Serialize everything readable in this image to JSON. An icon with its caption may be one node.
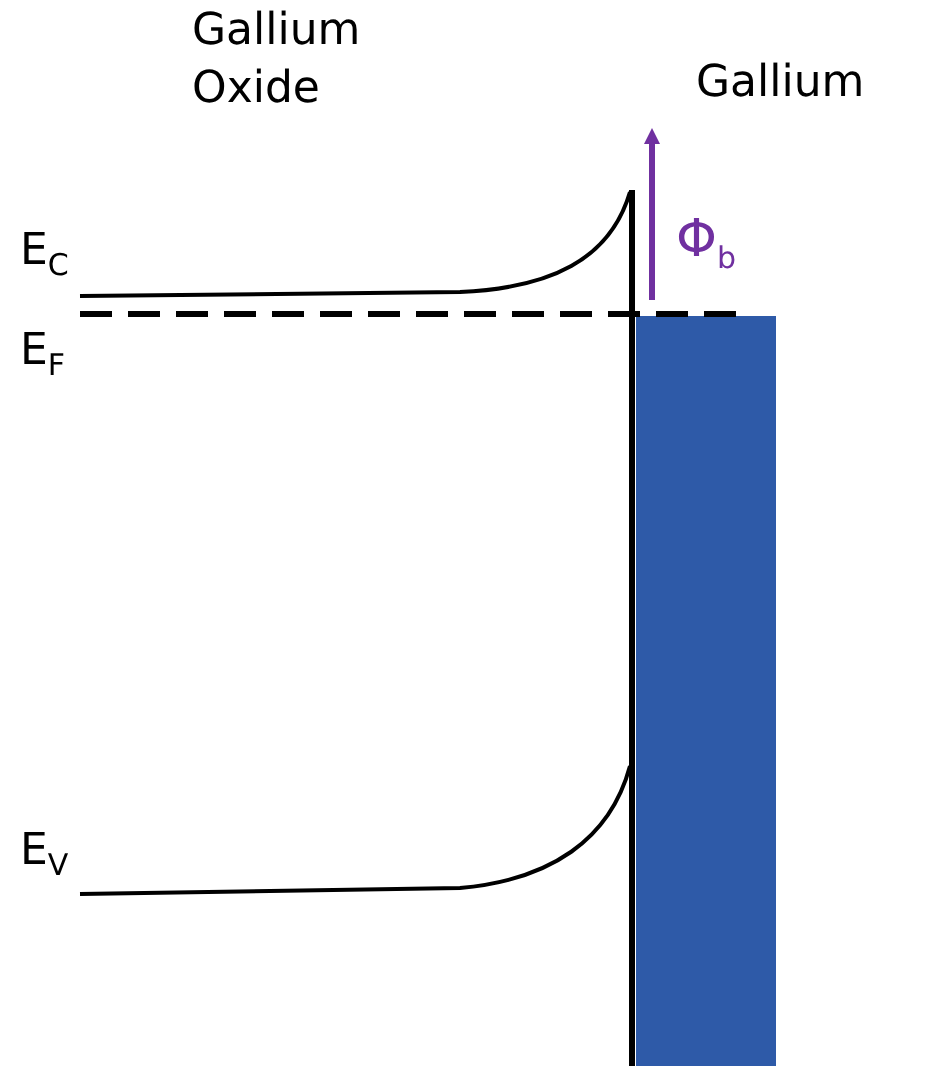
{
  "diagram": {
    "labels": [
      "Gallium Oxide",
      "Gallium",
      "E$_{C}$",
      "Φ$_{b}$",
      "E$_{F}$",
      "E$_{V}$"
    ]
  }
}
